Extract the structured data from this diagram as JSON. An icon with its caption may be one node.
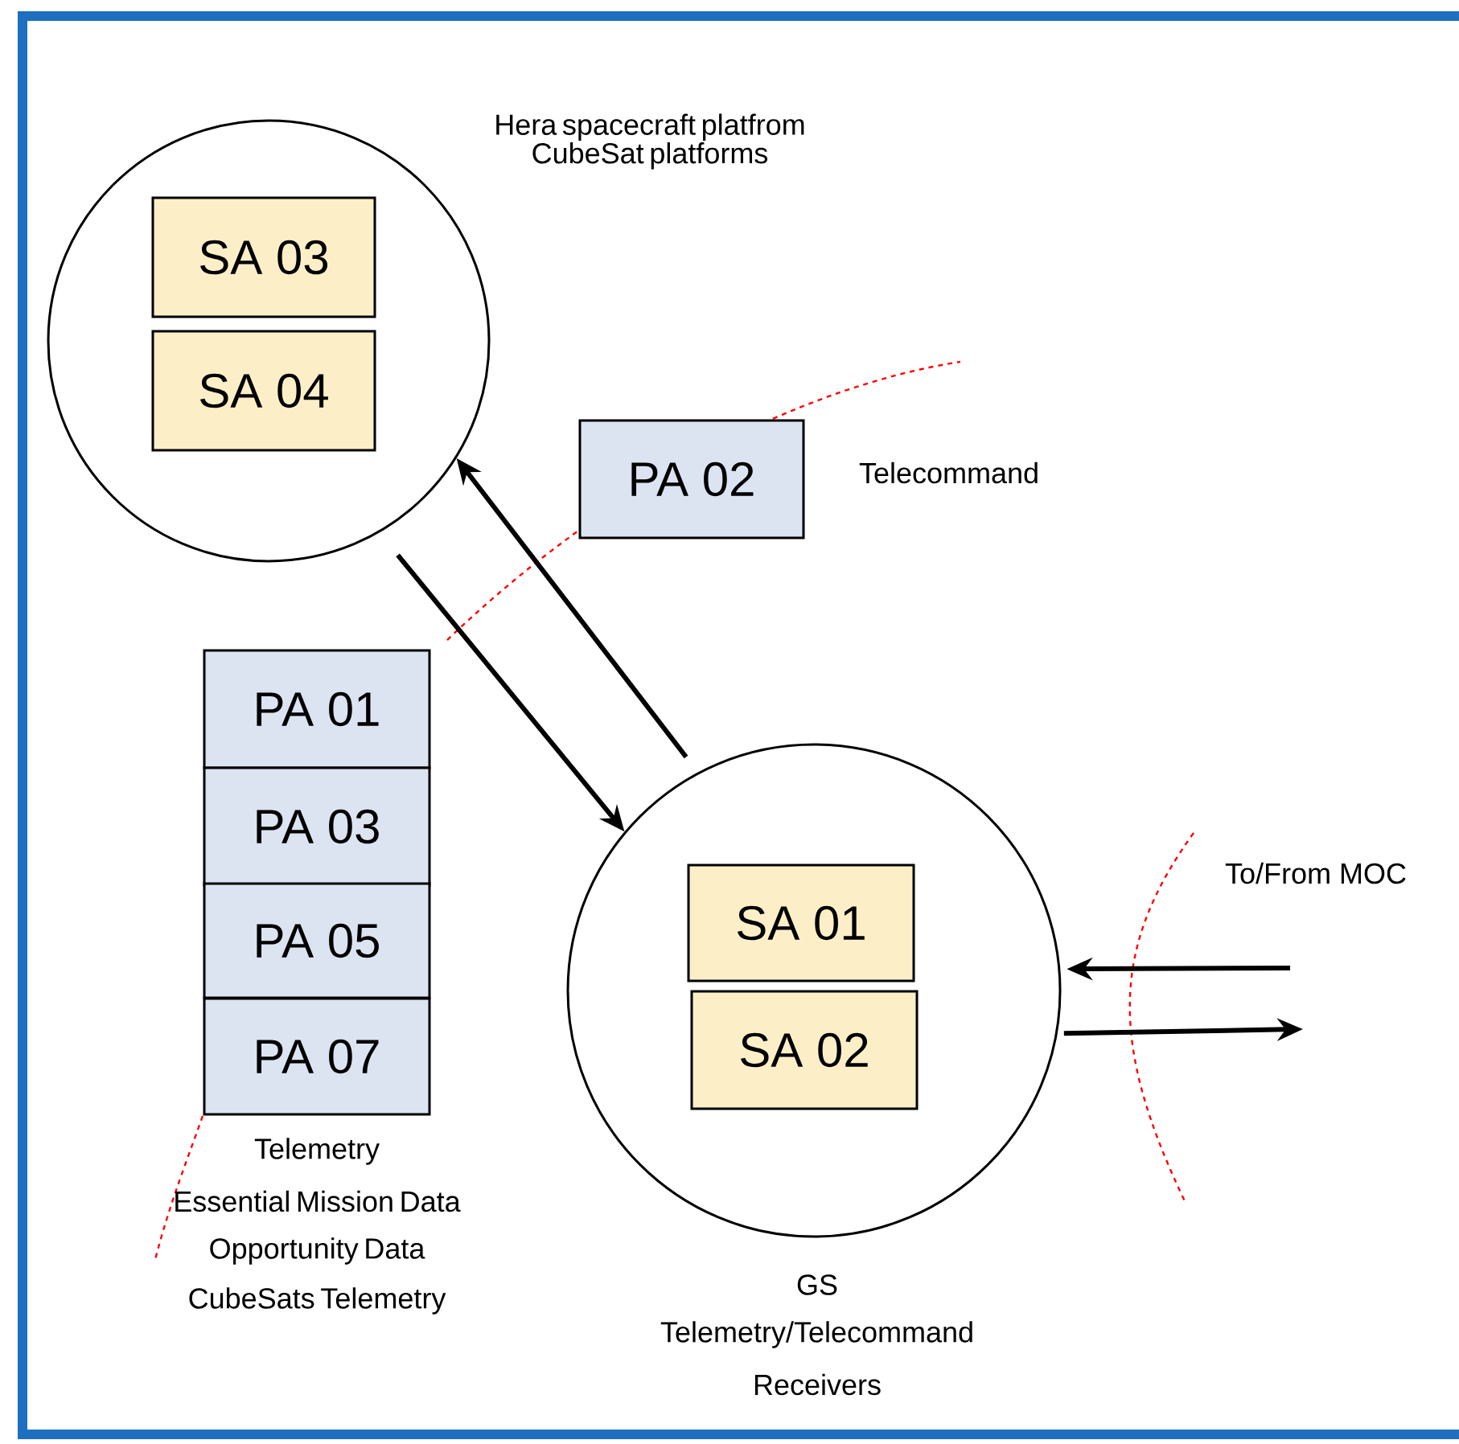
{
  "diagram": {
    "nodes": [
      {
        "text": [],
        "shape": "circle",
        "beside": [
          "Hera spacecraft platfrom CubeSat platforms"
        ]
      },
      {
        "text": [
          "SA 03"
        ],
        "in": 0
      },
      {
        "text": [
          "SA 04"
        ],
        "in": 0
      },
      {
        "text": [
          "PA 02"
        ],
        "beside": [
          "Telecommand"
        ]
      },
      {
        "text": [
          "PA 01"
        ]
      },
      {
        "text": [
          "PA 03"
        ]
      },
      {
        "text": [
          "PA 05"
        ]
      },
      {
        "text": [
          "PA 07"
        ],
        "beside": [
          "Telemetry",
          "Essential Mission Data",
          "Opportunity  Data",
          "CubeSats Telemetry"
        ]
      },
      {
        "text": [],
        "shape": "circle",
        "beside": [
          "GS",
          "Telemetry/Telecommand",
          "Receivers"
        ]
      },
      {
        "text": [
          "SA 01"
        ],
        "in": 8
      },
      {
        "text": [
          "SA 02"
        ],
        "in": 8
      }
    ],
    "edges": [
      {
        "from": 0,
        "to": 8,
        "arrow": "to"
      },
      {
        "from": 8,
        "to": 0,
        "arrow": "to"
      },
      {
        "from": null,
        "to": 8,
        "arrow": "to"
      },
      {
        "from": 8,
        "to": null,
        "arrow": "to"
      }
    ],
    "labels": [
      "To/From MOC"
    ]
  }
}
